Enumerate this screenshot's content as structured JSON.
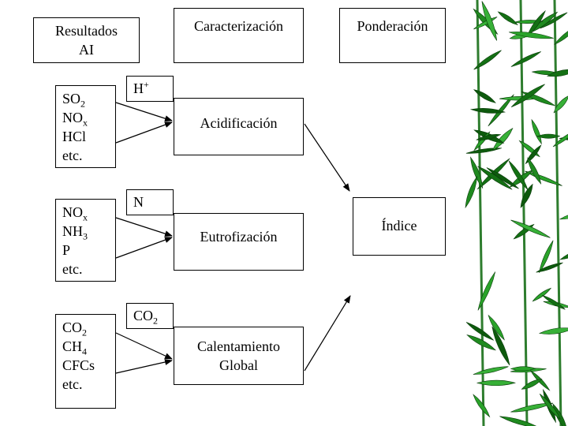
{
  "header": {
    "results": [
      "Resultados",
      "AI"
    ],
    "characterization": "Caracterización",
    "weighting": "Ponderación"
  },
  "groups": [
    {
      "inputs": [
        [
          "SO",
          "2",
          ""
        ],
        [
          "NO",
          "x",
          ""
        ],
        [
          "HCl",
          "",
          ""
        ],
        [
          "etc.",
          "",
          ""
        ]
      ],
      "tag": [
        "H",
        "",
        "+"
      ],
      "category": [
        "Acidificación"
      ]
    },
    {
      "inputs": [
        [
          "NO",
          "x",
          ""
        ],
        [
          "NH",
          "3",
          ""
        ],
        [
          "P",
          "",
          ""
        ],
        [
          "etc.",
          "",
          ""
        ]
      ],
      "tag": [
        "N",
        "",
        ""
      ],
      "category": [
        "Eutrofización"
      ]
    },
    {
      "inputs": [
        [
          "CO",
          "2",
          ""
        ],
        [
          "CH",
          "4",
          ""
        ],
        [
          "CFCs",
          "",
          ""
        ],
        [
          "etc.",
          "",
          ""
        ]
      ],
      "tag": [
        "CO",
        "2",
        ""
      ],
      "category": [
        "Calentamiento",
        "Global"
      ]
    }
  ],
  "index": "Índice",
  "colors": {
    "border": "#000000",
    "background": "#ffffff",
    "bamboo_leaf": "#1f8a1f",
    "bamboo_dark": "#0d4a0d"
  }
}
